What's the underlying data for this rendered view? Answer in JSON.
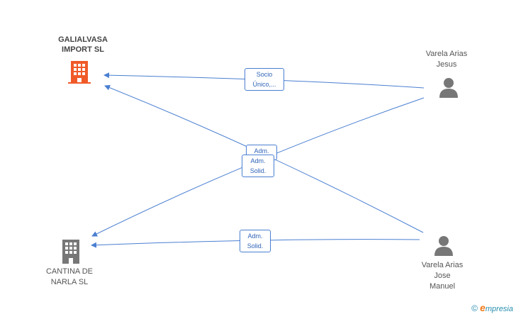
{
  "nodes": {
    "galialvasa": {
      "name": "GALIALVASA\nIMPORT SL",
      "kind": "company",
      "color": "#f05a28"
    },
    "cantina": {
      "name": "CANTINA DE\nNARLA SL",
      "kind": "company",
      "color": "#777777"
    },
    "jesus": {
      "name": "Varela Arias\nJesus",
      "kind": "person",
      "color": "#777777"
    },
    "jose": {
      "name": "Varela Arias\nJose\nManuel",
      "kind": "person",
      "color": "#777777"
    }
  },
  "edges": [
    {
      "from": "jesus",
      "to": "galialvasa",
      "label": "Socio\nÚnico,..."
    },
    {
      "from": "jose",
      "to": "galialvasa",
      "label": "Adm.\nSolid."
    },
    {
      "from": "jesus",
      "to": "cantina",
      "label": "Adm.\nSolid."
    },
    {
      "from": "jose",
      "to": "cantina",
      "label": "Adm.\nSolid."
    }
  ],
  "colors": {
    "edge": "#4a7fd1"
  },
  "footer": {
    "copyright": "©",
    "brand_initial": "e",
    "brand_rest": "mpresia"
  }
}
